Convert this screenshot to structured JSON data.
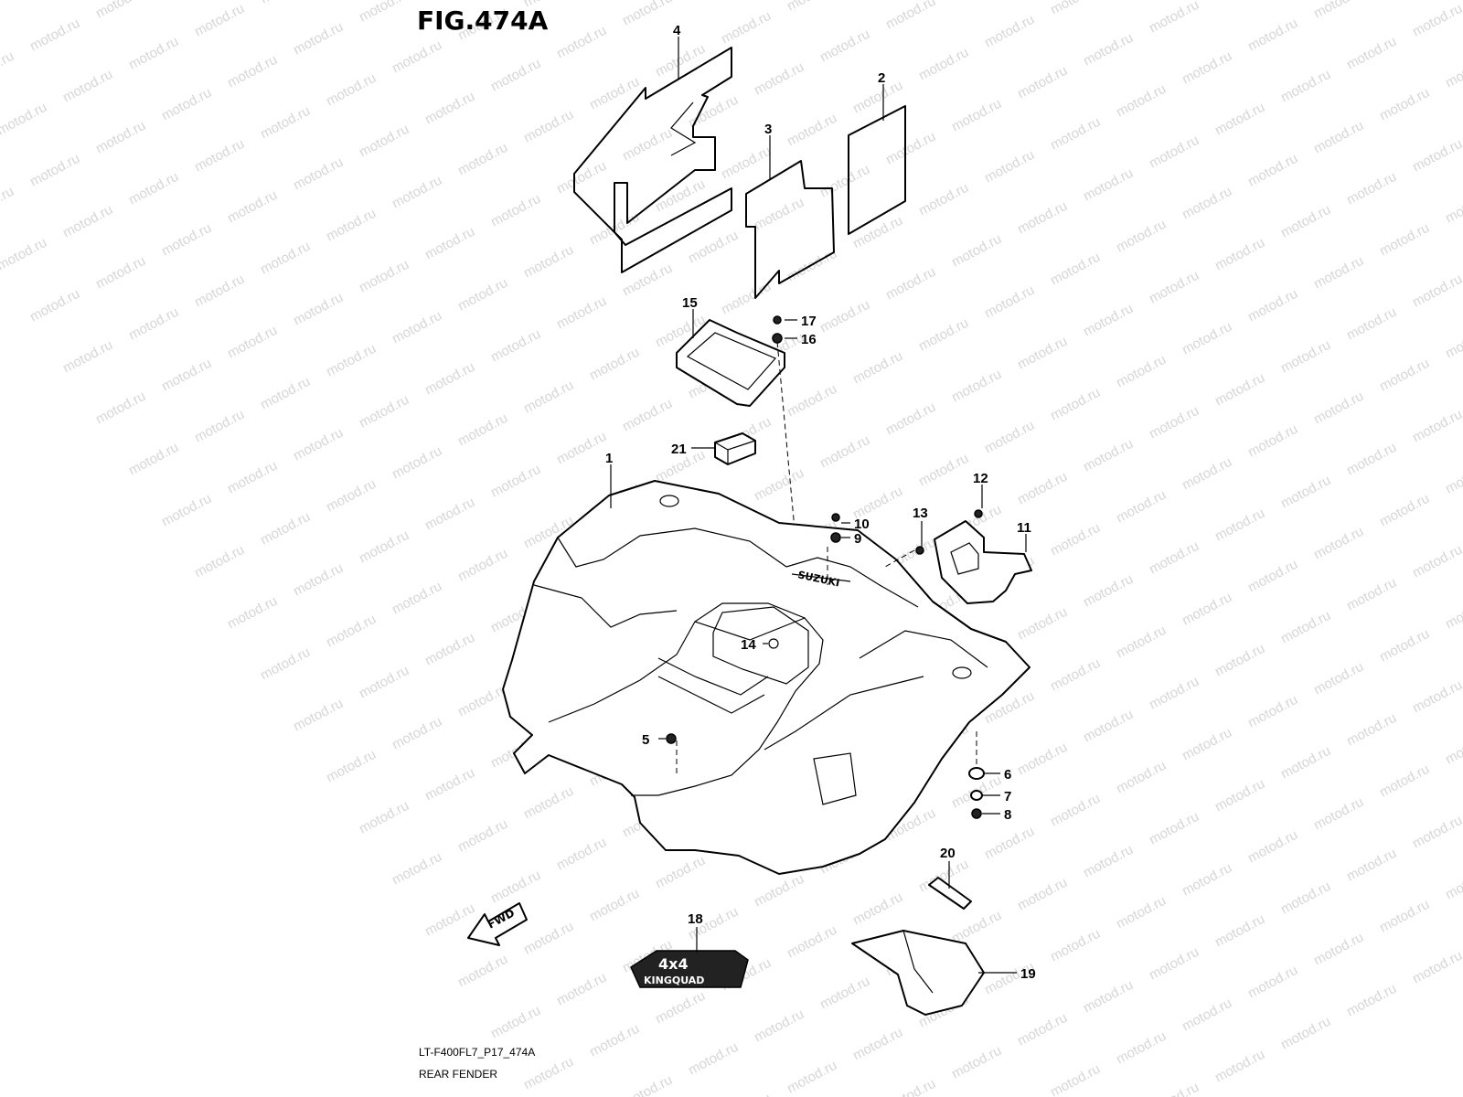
{
  "figure": {
    "title": "FIG.474A",
    "code": "LT-F400FL7_P17_474A",
    "name": "REAR FENDER",
    "watermark": "motod.ru"
  },
  "callouts": [
    {
      "id": "c1",
      "label": "1"
    },
    {
      "id": "c2",
      "label": "2"
    },
    {
      "id": "c3",
      "label": "3"
    },
    {
      "id": "c4",
      "label": "4"
    },
    {
      "id": "c5",
      "label": "5"
    },
    {
      "id": "c6",
      "label": "6"
    },
    {
      "id": "c7",
      "label": "7"
    },
    {
      "id": "c8",
      "label": "8"
    },
    {
      "id": "c9",
      "label": "9"
    },
    {
      "id": "c10",
      "label": "10"
    },
    {
      "id": "c11",
      "label": "11"
    },
    {
      "id": "c12",
      "label": "12"
    },
    {
      "id": "c13",
      "label": "13"
    },
    {
      "id": "c14",
      "label": "14"
    },
    {
      "id": "c15",
      "label": "15"
    },
    {
      "id": "c16",
      "label": "16"
    },
    {
      "id": "c17",
      "label": "17"
    },
    {
      "id": "c18",
      "label": "18"
    },
    {
      "id": "c19",
      "label": "19"
    },
    {
      "id": "c20",
      "label": "20"
    },
    {
      "id": "c21",
      "label": "21"
    }
  ],
  "labels": {
    "fwd": "FWD",
    "emblem_top": "4x4",
    "emblem_bottom": "KINGQUAD"
  }
}
